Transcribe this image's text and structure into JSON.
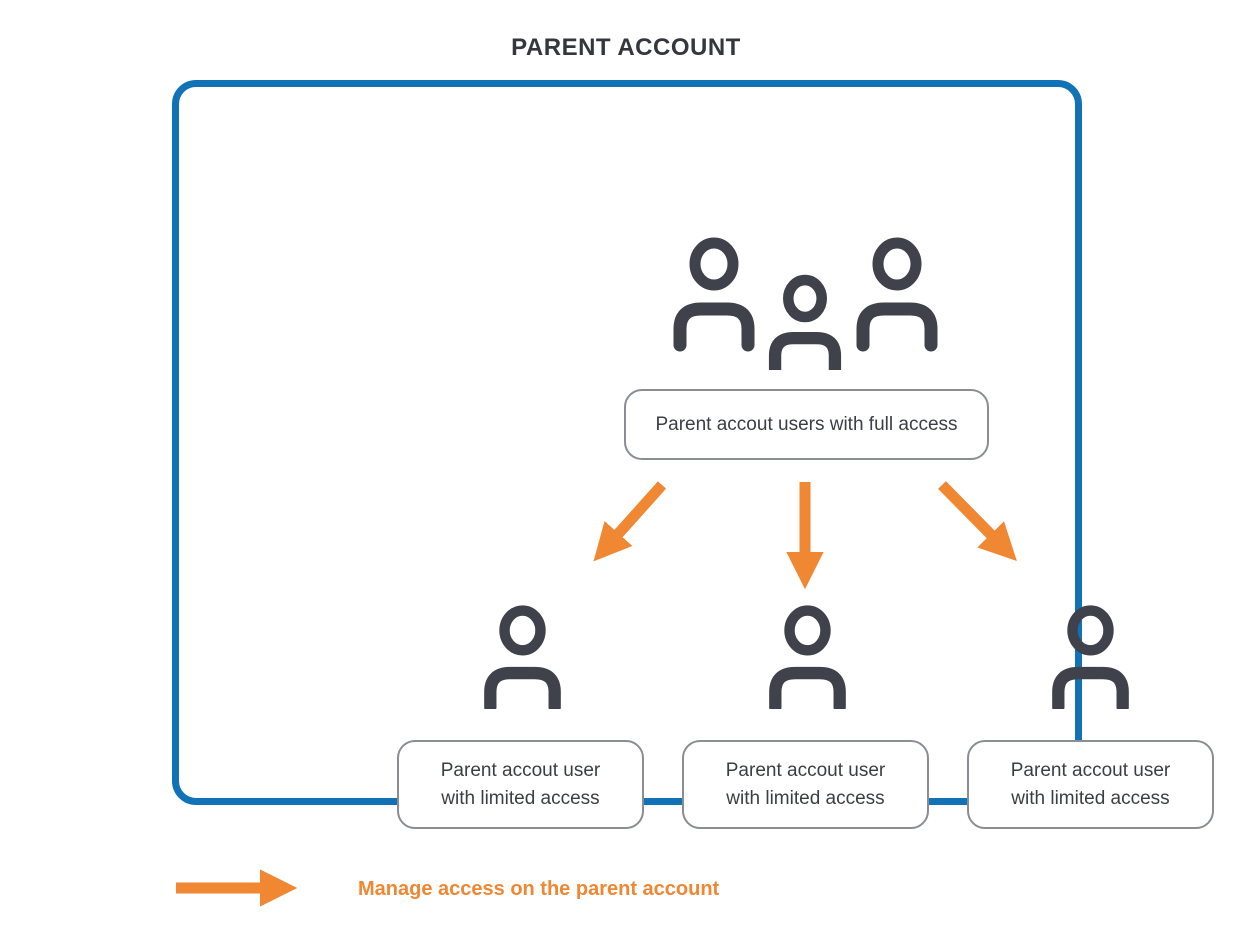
{
  "title": "PARENT ACCOUNT",
  "diagram": {
    "full_access": {
      "label": "Parent accout users with full access",
      "icon": "three-users-icon"
    },
    "limited_users": [
      {
        "icon": "user-icon",
        "lines": [
          "Parent accout user",
          "with limited access"
        ]
      },
      {
        "icon": "user-icon",
        "lines": [
          "Parent accout user",
          "with limited access"
        ]
      },
      {
        "icon": "user-icon",
        "lines": [
          "Parent accout user",
          "with limited access"
        ]
      }
    ],
    "arrow_count": 3
  },
  "legend": {
    "icon": "right-arrow-icon",
    "label": "Manage access on the parent account"
  },
  "colors": {
    "border_blue": "#1173B5",
    "arrow_orange": "#EF8733",
    "icon_gray": "#3F424A",
    "box_border_gray": "#8A8D93",
    "text_dark": "#3B3E45",
    "title_dark": "#34373D"
  }
}
